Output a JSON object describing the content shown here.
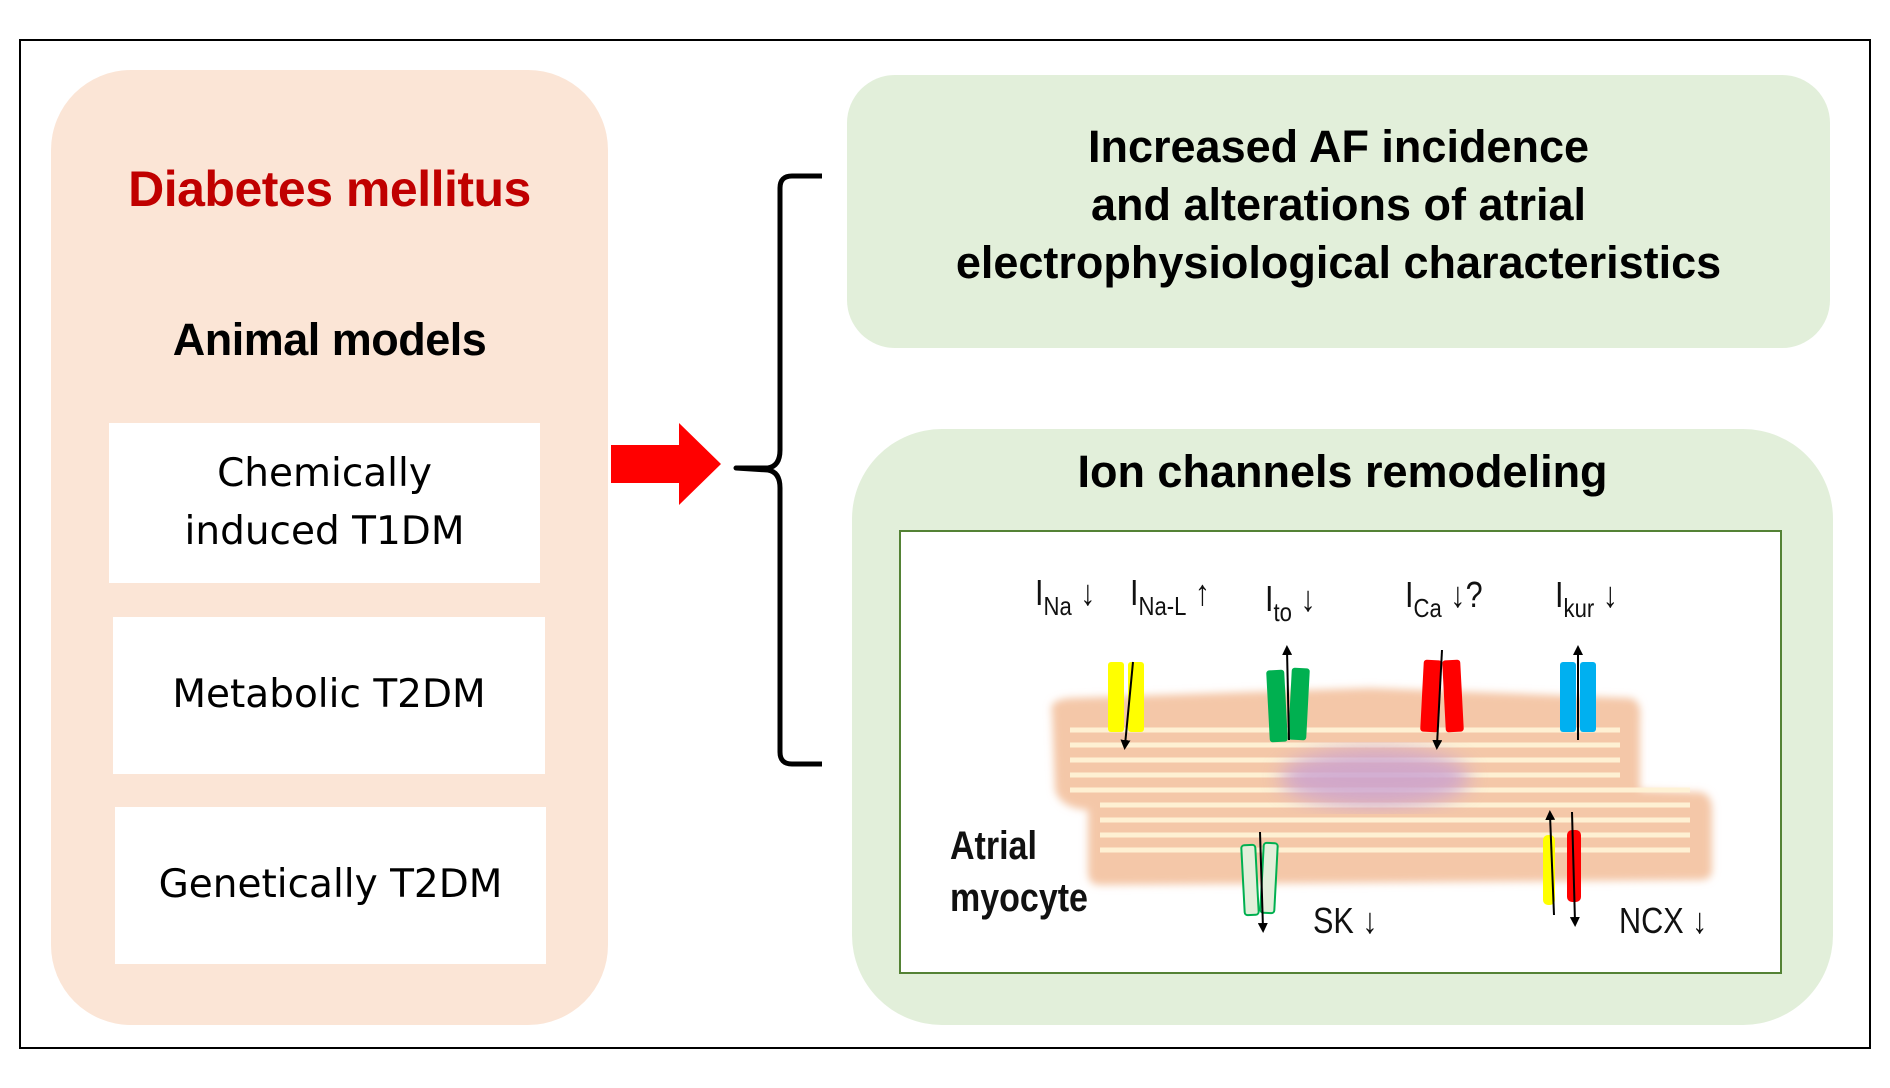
{
  "left_panel": {
    "title": "Diabetes mellitus",
    "subtitle": "Animal models",
    "models": [
      {
        "line1": "Chemically",
        "line2": "induced T1DM"
      },
      {
        "line1": "Metabolic T2DM",
        "line2": ""
      },
      {
        "line1": "Genetically T2DM",
        "line2": ""
      }
    ]
  },
  "arrow": {
    "icon": "right-arrow-icon",
    "color": "#ff0000"
  },
  "outcomes": {
    "top": {
      "lines": [
        "Increased AF incidence",
        "and alterations of atrial",
        "electrophysiological characteristics"
      ]
    },
    "bottom": {
      "title": "Ion channels remodeling",
      "cell_label": [
        "Atrial",
        "myocyte"
      ],
      "channels": [
        {
          "name": "I",
          "sub": "Na",
          "change": "↓",
          "color": "#ffff00"
        },
        {
          "name": "I",
          "sub": "Na-L",
          "change": "↑",
          "color": "#ffff00"
        },
        {
          "name": "I",
          "sub": "to",
          "change": "↓",
          "color": "#00b050"
        },
        {
          "name": "I",
          "sub": "Ca",
          "change": "↓?",
          "color": "#ff0000"
        },
        {
          "name": "I",
          "sub": "kur",
          "change": "↓",
          "color": "#00b0f0"
        },
        {
          "name": "SK",
          "sub": "",
          "change": "↓",
          "color": "#e2efda"
        },
        {
          "name": "NCX",
          "sub": "",
          "change": "↓",
          "color": "#ff0000"
        }
      ]
    }
  },
  "colors": {
    "left_panel_bg": "#fbe5d6",
    "green_panel_bg": "#e2efda",
    "title_red": "#c00000",
    "inner_border": "#548235"
  }
}
